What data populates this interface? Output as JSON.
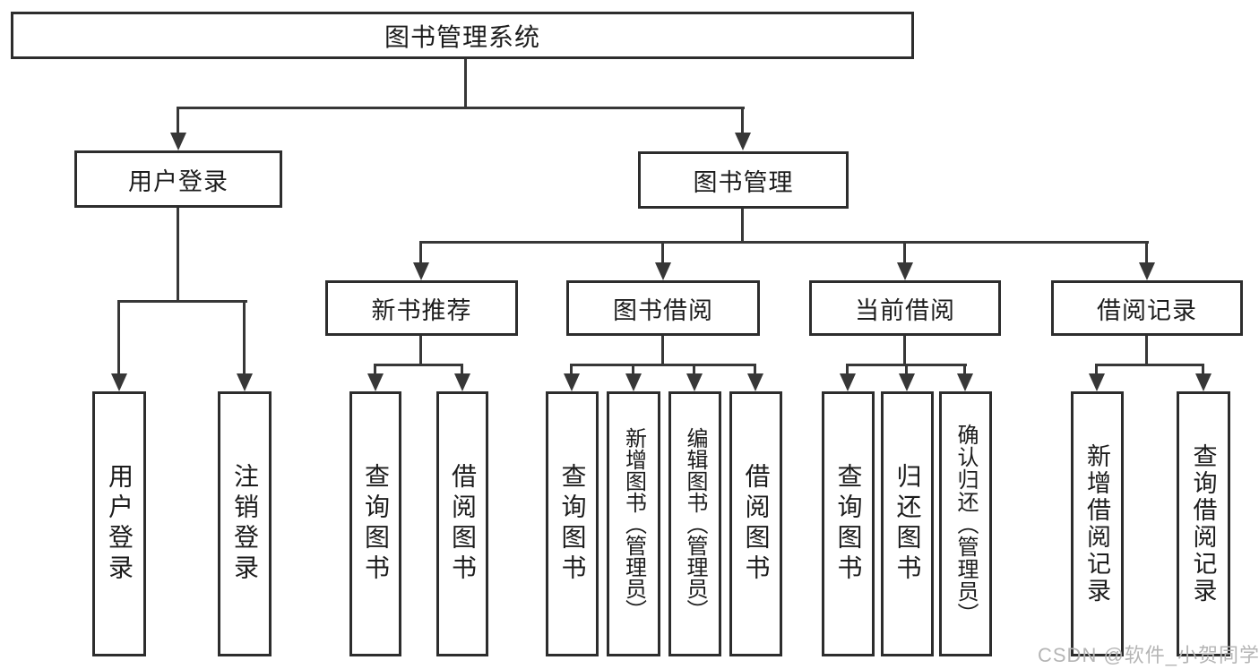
{
  "tree": {
    "root": "图书管理系统",
    "l2": {
      "userLogin": "用户登录",
      "bookMgmt": "图书管理"
    },
    "l3": {
      "newBookRec": "新书推荐",
      "bookBorrow": "图书借阅",
      "currentBorrow": "当前借阅",
      "borrowRecords": "借阅记录"
    },
    "leaves": {
      "userLogin": [
        "用户登录",
        "注销登录"
      ],
      "newBookRec": [
        "查询图书",
        "借阅图书"
      ],
      "bookBorrow": [
        "查询图书",
        "新增图书（管理员）",
        "编辑图书（管理员）",
        "借阅图书"
      ],
      "currentBorrow": [
        "查询图书",
        "归还图书",
        "确认归还（管理员）"
      ],
      "borrowRecords": [
        "新增借阅记录",
        "查询借阅记录"
      ]
    }
  },
  "watermark": {
    "text": "CSDN @软件_小贺同学"
  },
  "colors": {
    "line": "#373737",
    "border": "#2d2d2d",
    "text": "#1c1c1c",
    "watermark": "#b5b5b5",
    "background": "#ffffff"
  }
}
